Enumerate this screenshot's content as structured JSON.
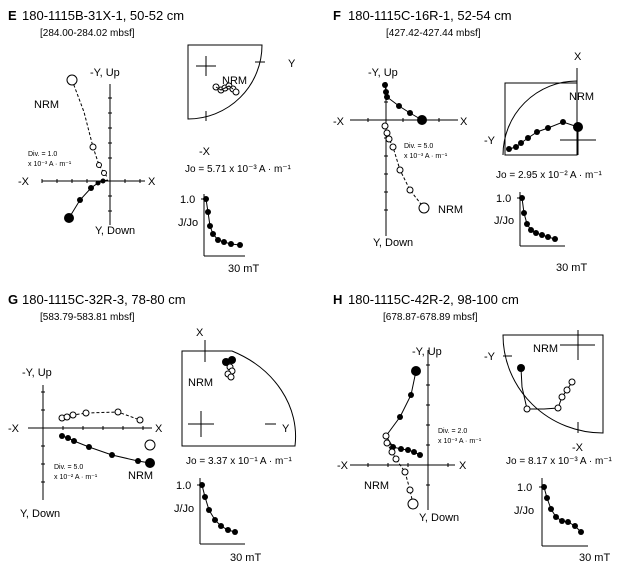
{
  "panels": [
    {
      "id": "E",
      "letter": "E",
      "sample": "180-1115B-31X-1, 50-52 cm",
      "depth": "[284.00-284.02 mbsf]",
      "zij": {
        "up": "-Y, Up",
        "down": "Y, Down",
        "left": "-X",
        "right": "X",
        "nrm": "NRM",
        "div": "Div. = 1.0",
        "div_units": "x 10⁻³ A · m⁻¹"
      },
      "stereo": {
        "top": "",
        "right": "Y",
        "bottom": "-X",
        "left": "",
        "nrm": "NRM"
      },
      "jo": "Jo = 5.71 x 10⁻³ A · m⁻¹",
      "decay": {
        "ylabel": "J/Jo",
        "ytick": "1.0",
        "xlabel": "30 mT"
      }
    },
    {
      "id": "F",
      "letter": "F",
      "sample": "180-1115C-16R-1, 52-54 cm",
      "depth": "[427.42-427.44 mbsf]",
      "zij": {
        "up": "-Y, Up",
        "down": "Y, Down",
        "left": "-X",
        "right": "X",
        "nrm": "NRM",
        "div": "Div. = 5.0",
        "div_units": "x 10⁻³ A · m⁻¹"
      },
      "stereo": {
        "top": "X",
        "right": "",
        "bottom": "",
        "left": "-Y",
        "nrm": "NRM"
      },
      "jo": "Jo = 2.95 x 10⁻² A · m⁻¹",
      "decay": {
        "ylabel": "J/Jo",
        "ytick": "1.0",
        "xlabel": "30 mT"
      }
    },
    {
      "id": "G",
      "letter": "G",
      "sample": "180-1115C-32R-3, 78-80 cm",
      "depth": "[583.79-583.81 mbsf]",
      "zij": {
        "up": "-Y, Up",
        "down": "Y, Down",
        "left": "-X",
        "right": "X",
        "nrm": "NRM",
        "div": "Div. = 5.0",
        "div_units": "x 10⁻² A · m⁻¹"
      },
      "stereo": {
        "top": "X",
        "right": "Y",
        "bottom": "",
        "left": "",
        "nrm": "NRM"
      },
      "jo": "Jo = 3.37 x 10⁻¹ A · m⁻¹",
      "decay": {
        "ylabel": "J/Jo",
        "ytick": "1.0",
        "xlabel": "30 mT"
      }
    },
    {
      "id": "H",
      "letter": "H",
      "sample": "180-1115C-42R-2, 98-100 cm",
      "depth": "[678.87-678.89 mbsf]",
      "zij": {
        "up": "-Y, Up",
        "down": "Y, Down",
        "left": "-X",
        "right": "X",
        "nrm": "NRM",
        "div": "Div. = 2.0",
        "div_units": "x 10⁻³ A · m⁻¹"
      },
      "stereo": {
        "top": "",
        "right": "",
        "bottom": "-X",
        "left": "-Y",
        "nrm": "NRM"
      },
      "jo": "Jo = 8.17 x 10⁻³ A · m⁻¹",
      "decay": {
        "ylabel": "J/Jo",
        "ytick": "1.0",
        "xlabel": "30 mT"
      }
    }
  ]
}
